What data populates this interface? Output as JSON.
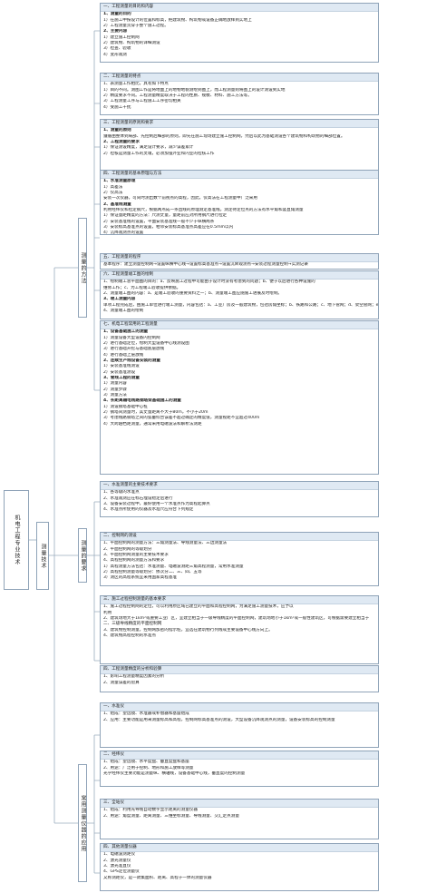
{
  "root": {
    "label": "机电工程专业技术"
  },
  "branch": {
    "label": "测量技术"
  },
  "groups": [
    {
      "label": "测量的方法"
    },
    {
      "label": "测量的要求"
    },
    {
      "label": "常用测量仪器的应用"
    }
  ],
  "boxes": [
    {
      "lines": [
        {
          "t": "一、工程测量的目的和内容",
          "h": true
        },
        {
          "t": "1、测量的目的",
          "b": true
        },
        {
          "t": "1）在施工中按设计的位置和标高，把建筑物、构筑物或设备正确地放样到实地上"
        },
        {
          "t": "2）工程测量贯穿于整个施工过程。"
        },
        {
          "t": "2、主要内容",
          "b": true
        },
        {
          "t": "1）建立施工控制网"
        },
        {
          "t": "2）建筑物、构筑物的详细测设"
        },
        {
          "t": "3）检查、验收"
        },
        {
          "t": "4）变形观测"
        }
      ]
    },
    {
      "lines": [
        {
          "t": "二、工程测量的特点",
          "h": true
        },
        {
          "t": "1、表测量工作相比，具有如下特点"
        },
        {
          "t": "1）目的不同。测图工作是将地面上的地物地貌测绘到图上，而工程测量则将图上的设计测设到实地"
        },
        {
          "t": "2）精度要求不同。工程测量精度取决于工程的性质、规模、材料、施工方法等。"
        },
        {
          "t": "3）工程测量工序与工程施工工序密切相关"
        },
        {
          "t": "4）受施工干扰"
        }
      ]
    },
    {
      "lines": [
        {
          "t": "三、工程测量的原则和要求",
          "h": true
        },
        {
          "t": "1、测量的原则",
          "b": true
        },
        {
          "t": "遵循由整体到局部、先控制后细部的原则，即先在施工现场建立施工控制网，然后以此为基础测设各个建筑物和构筑物的细部位置。",
          "w": true
        },
        {
          "t": "2、工程测量的要求",
          "b": true
        },
        {
          "t": "1）保证测设精度，满足设计要求，减少误差累计"
        },
        {
          "t": "2）检核是测量工作的灵魂，必须加强外业和内业的检核工作"
        }
      ]
    },
    {
      "lines": [
        {
          "t": "四、工程测量的基本原理与方法",
          "h": true
        },
        {
          "t": "1、水准测量原理",
          "b": true
        },
        {
          "t": "1）高差法"
        },
        {
          "t": "2）仪高法"
        },
        {
          "t": "安装一次仪器，可同时测出数个前视点的高程，因此，仪高法在工程测量中广泛采用"
        },
        {
          "t": "2、基准线测量",
          "b": true
        },
        {
          "t": "利用经纬仪和检定钢尺，根据两点成一条直线的原理测定基准线。测定待定位点的方法有水平角和竖直角测量"
        },
        {
          "t": "1）保证量距精度的方法：尺测丈量，量距前应对所用钢尺进行检定"
        },
        {
          "t": "2）安装基准线的设置，平面安装基准线一般不少于纵横两条"
        },
        {
          "t": "3）安装标高基准点的设置，相邻安装标高基准点高差应在0.5mm以内"
        },
        {
          "t": "4）沉降观测点的设置"
        }
      ]
    },
    {
      "lines": [
        {
          "t": "五、工程测量的程序",
          "h": true
        },
        {
          "t": "基本程序：建立测量控制网→设置纵横中心线→设置标高基准点→设置沉降观测点→安装过程测量控制→实测记录"
        }
      ]
    },
    {
      "lines": [
        {
          "t": "六、工程测量竣工图的绘制",
          "h": true
        },
        {
          "t": "1、绘制竣工总平面图的目的：a、反映施工过程中可能由于设计时没有考虑到的问题；b、便于以后进行各种设施的",
          "w": true
        },
        {
          "t": "维修工作；c、为工程竣工验收提供依据。",
          "w": true
        },
        {
          "t": "2、测量竣工图的内容：a、是竣工验收的重要资料之一；b、测量竣工图应随施工进展及时绘制。",
          "w": true
        },
        {
          "t": "3、竣工测量内容",
          "b": true
        },
        {
          "t": "单项工程完成后，由施工单位进行竣工测量，内容包括：a、工业厂房及一般建筑物，包括房角坐标；b、铁路和公路；c、地下管网；d、架空管网；e、其他"
        },
        {
          "t": "4、测量竣工图的绘制"
        }
      ]
    },
    {
      "lines": [
        {
          "t": "七、机电工程常用的工程测量",
          "h": true
        },
        {
          "t": "1、设备基础施工的测量",
          "b": true
        },
        {
          "t": "1）测量设备大型设备内控制网"
        },
        {
          "t": "2）进行基础定位，绘制大型设备中心线测设图"
        },
        {
          "t": "3）进行基础开挖与基础底层放线"
        },
        {
          "t": "4）进行基础上层放线"
        },
        {
          "t": "2、连续生产线设备安装的测量",
          "b": true
        },
        {
          "t": "1）安装基准线测设"
        },
        {
          "t": "2）安装基准测设"
        },
        {
          "t": "3、管线工程的测量",
          "b": true
        },
        {
          "t": "1）测量内容"
        },
        {
          "t": "2）测量步骤"
        },
        {
          "t": "3）测量方法"
        },
        {
          "t": "4、长距离输电线路钢塔架基础施工的测量",
          "b": true
        },
        {
          "t": "1）测设钢塔基础中心桩"
        },
        {
          "t": "2）钢塔间测量时，其丈量距离不大于80m，不小于20m"
        },
        {
          "t": "3）考虑线路钢塔之间的弧垂综合误差不超过确定的精度值，测量视距不宜超过400m"
        },
        {
          "t": "4）大跨越档距测量，通常采用电磁波法和解析法测距"
        }
      ]
    },
    {
      "lines": [
        {
          "t": "一、水准测量的主要技术要求",
          "h": true
        },
        {
          "t": "1、各等级的水准点"
        },
        {
          "t": "2、水准观测应在标石埋设稳定后进行"
        },
        {
          "t": "3、设备安装过程中，最好使用一个水准点作为高程起算点"
        },
        {
          "t": "4、水准点所使用的仪器及水准尺应符合下列规定"
        }
      ]
    },
    {
      "lines": [
        {
          "t": "二、控制网的测设",
          "h": true
        },
        {
          "t": "1、平面控制网的测量方法：三角测量法、导线测量法、三边测量法"
        },
        {
          "t": "2、平面控制网的等级划分"
        },
        {
          "t": "3、平面控制网测量的主要技术要求"
        },
        {
          "t": "4、高程控制网的测量方法和要求"
        },
        {
          "t": "1）高程测量方法包括：水准测量、电磁波测距三角高程测量，常用水准测量"
        },
        {
          "t": "2）高程控制测量等级划分：依次分二、三、四、五等"
        },
        {
          "t": "3）测区的高程系统宜采用国家高程基准"
        }
      ]
    },
    {
      "lines": [
        {
          "t": "三、施工过程控制测量的基本要求",
          "h": true
        },
        {
          "t": "1、施工过程控制网的定位，可以利用原区域已建立的平面和高程控制网，为满足施工测量技术，应予以",
          "w": true
        },
        {
          "t": "利用",
          "w": true
        },
        {
          "t": "2、建筑场地大于1km²或重要工业厂区，宜建立相当于一级导线精度的平面控制网，建筑场地小于1km²或一般性建筑区，可根据需要建立相当于二、三级导线精度的平面控制网",
          "w": true
        },
        {
          "t": "3、建筑物控制测量，控制网加密的指示桩，宜选在建筑物行列线或主要设备中心线方向上。"
        },
        {
          "t": "4、建筑物高程控制的水准点"
        }
      ]
    },
    {
      "lines": [
        {
          "t": "四、工程测量精度的分析和验算",
          "h": true
        },
        {
          "t": "1、影响工程测量精度因素的分析"
        },
        {
          "t": "2、测量误差的验算"
        }
      ]
    },
    {
      "lines": [
        {
          "t": "一、水准仪",
          "h": true
        },
        {
          "t": "1、组成：望远镜、水准器或补偿器和基座组成"
        },
        {
          "t": "2、应用：主要功能是用来测量标高和高程，控制网标高基准点的测设，大型设备沉降观测点的测量，设备安装标高的控制测量",
          "w": true
        }
      ]
    },
    {
      "lines": [
        {
          "t": "二、经纬仪",
          "h": true
        },
        {
          "t": "1、组成：望远镜、水平度盘、垂直度盘和基座"
        },
        {
          "t": "2、用途：广泛用于控制、地形和施工放样等测量"
        },
        {
          "t": "光学经纬仪主要功能是测量纵、横轴线，设备基础中心线，垂直度的控制测量",
          "w": true
        }
      ]
    },
    {
      "lines": [
        {
          "t": "三、全站仪",
          "h": true
        },
        {
          "t": "1、组成：利用光导线自动数字显示距离的测量仪器"
        },
        {
          "t": "2、用途：角度测量、距离测量、三维坐标测量、导线测量、交汇定点测量",
          "w": true
        }
      ]
    },
    {
      "lines": [
        {
          "t": "四、其他测量仪器",
          "h": true
        },
        {
          "t": "1、电磁波测距仪"
        },
        {
          "t": "2、激光测量仪"
        },
        {
          "t": "3、激光准直仪"
        },
        {
          "t": "4、GPS定位测量仪"
        },
        {
          "t": "又称测距仪，是一款集面积、距离、高程于一体的测量仪器"
        }
      ]
    }
  ]
}
